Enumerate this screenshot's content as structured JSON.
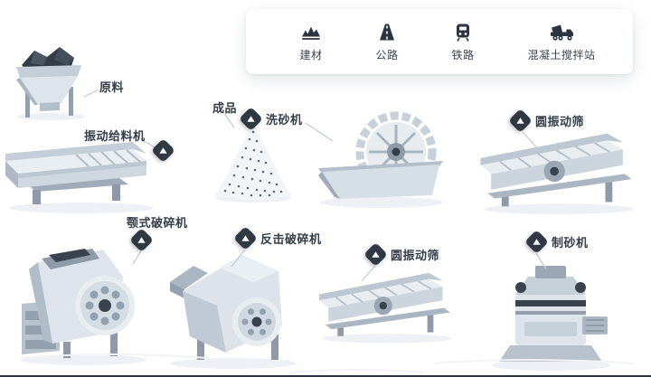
{
  "legend": {
    "items": [
      {
        "id": "building-materials",
        "label": "建材",
        "icon": "aggregate-pile-icon"
      },
      {
        "id": "highway",
        "label": "公路",
        "icon": "road-icon"
      },
      {
        "id": "railway",
        "label": "铁路",
        "icon": "train-icon"
      },
      {
        "id": "concrete-batching-plant",
        "label": "混凝土搅拌站",
        "icon": "mixer-truck-icon"
      }
    ]
  },
  "nodes": {
    "raw_material": {
      "label": "原料"
    },
    "vibrating_feeder": {
      "label": "振动给料机"
    },
    "finished_product": {
      "label": "成品"
    },
    "sand_washer": {
      "label": "洗砂机"
    },
    "vibrating_screen_top": {
      "label": "圆振动筛"
    },
    "jaw_crusher": {
      "label": "颚式破碎机"
    },
    "impact_crusher": {
      "label": "反击破碎机"
    },
    "vibrating_screen_bottom": {
      "label": "圆振动筛"
    },
    "sand_maker": {
      "label": "制砂机"
    }
  },
  "colors": {
    "badge": "#2e3944",
    "icon_dark": "#2b3540",
    "label_text": "#333e49",
    "machine_light": "#dde4eb",
    "machine_mid": "#b7c2cd",
    "machine_dark": "#39434e",
    "connector": "#c2cbd4"
  }
}
